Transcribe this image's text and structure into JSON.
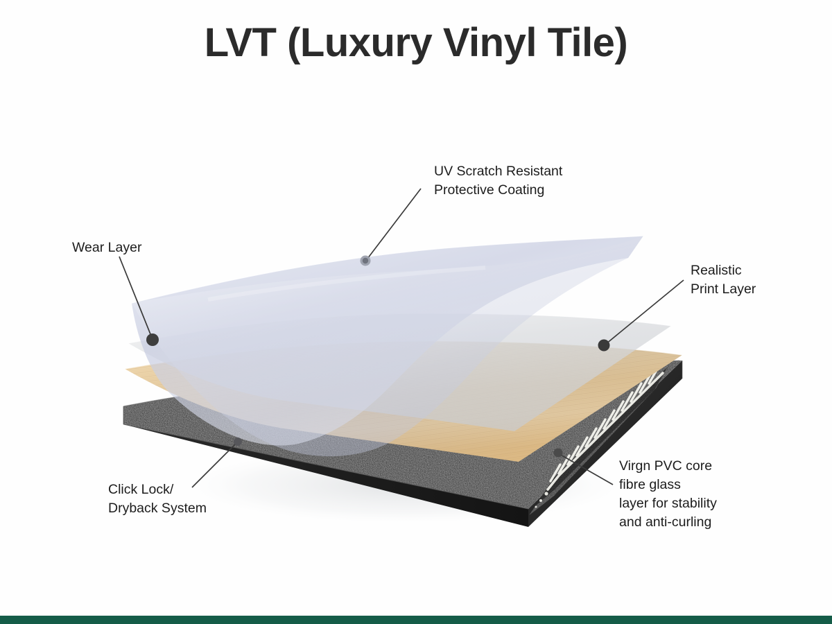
{
  "title": "LVT (Luxury Vinyl Tile)",
  "labels": {
    "uv_coating": "UV Scratch Resistant\nProtective Coating",
    "wear_layer": "Wear Layer",
    "print_layer": "Realistic\nPrint Layer",
    "click_lock": "Click Lock/\nDryback System",
    "core": "Virgn PVC core\nfibre glass\nlayer for stability\nand anti-curling"
  },
  "layers": [
    {
      "name": "uv-protective-coating",
      "label": "UV Scratch Resistant Protective Coating",
      "color": "#c9cee0"
    },
    {
      "name": "wear-layer",
      "label": "Wear Layer",
      "color": "#d8dadd"
    },
    {
      "name": "print-layer",
      "label": "Realistic Print Layer",
      "color": "#e8c48f"
    },
    {
      "name": "pvc-core",
      "label": "Virgn PVC core fibre glass layer",
      "color": "#1d1d1d"
    }
  ],
  "colors": {
    "background": "#fefefe",
    "title_text": "#2b2b2b",
    "label_text": "#1c1c1c",
    "leader_line": "#3a3a3a",
    "leader_dot": "#4a4a4a",
    "accent_bar": "#155c48",
    "coating_tint": "#c9cee0",
    "wear_tint": "#d8dadd",
    "wood_light": "#f3dcb4",
    "wood_mid": "#e9c894",
    "wood_dark": "#d9b378",
    "core_black": "#1b1b1b",
    "core_edge": "#2e2e2e",
    "fibreglass": "#efefe9"
  }
}
